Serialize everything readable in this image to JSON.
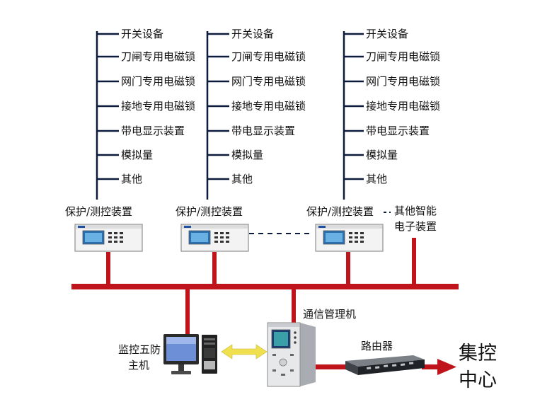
{
  "branch_items": [
    "开关设备",
    "刀闸专用电磁锁",
    "网门专用电磁锁",
    "接地专用电磁锁",
    "带电显示装置",
    "模拟量",
    "其他"
  ],
  "branches": [
    {
      "device_label": "保护/测控装置"
    },
    {
      "device_label": "保护/测控装置"
    },
    {
      "device_label": "保护/测控装置"
    }
  ],
  "other_device_label_line1": "其他智能",
  "other_device_label_line2": "电子装置",
  "comm_manager_label": "通信管理机",
  "monitor_label_line1": "监控五防",
  "monitor_label_line2": "主机",
  "router_label": "路由器",
  "center_label_line1": "集控",
  "center_label_line2": "中心",
  "colors": {
    "bus": "#c0141c",
    "tree_line": "#0d1b3d",
    "arrow": "#f0e050"
  }
}
